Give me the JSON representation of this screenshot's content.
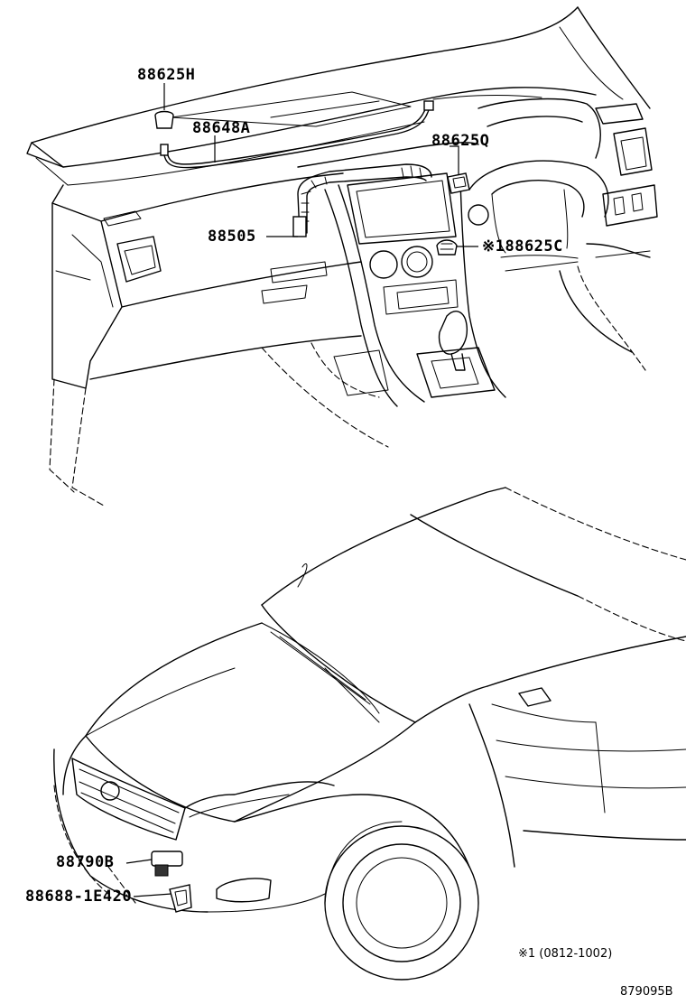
{
  "callouts": {
    "part_88625h": "88625H",
    "part_88648a": "88648A",
    "part_88625q": "88625Q",
    "part_88505": "88505",
    "part_88625c": "※188625C",
    "part_88790b": "88790B",
    "part_88688": "88688-1E420"
  },
  "footnote": "※1 (0812-1002)",
  "figure_number": "879095B"
}
